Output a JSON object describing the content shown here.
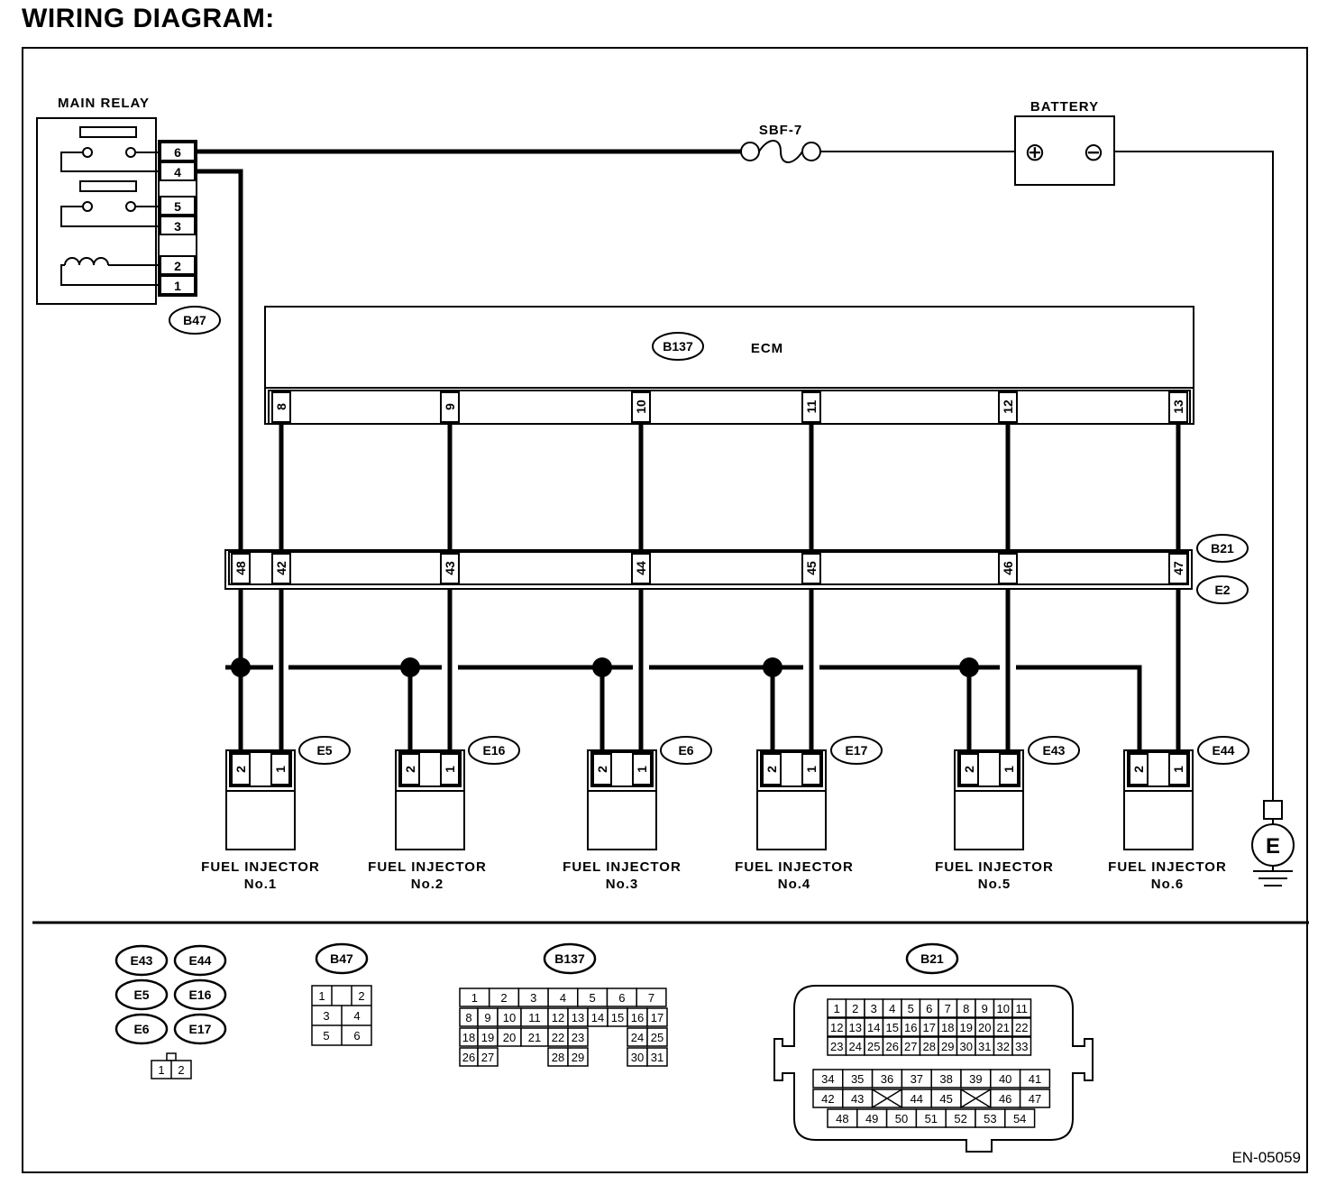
{
  "title": "WIRING DIAGRAM:",
  "doc_code": "EN-05059",
  "main_relay": {
    "label": "MAIN RELAY",
    "connector": "B47",
    "pins": [
      "6",
      "4",
      "5",
      "3",
      "2",
      "1"
    ]
  },
  "fuse": {
    "label": "SBF-7"
  },
  "battery": {
    "label": "BATTERY",
    "plus": "⊕",
    "minus": "⊖"
  },
  "ground": {
    "label": "E"
  },
  "ecm": {
    "label": "ECM",
    "connector": "B137",
    "pins": [
      "8",
      "9",
      "10",
      "11",
      "12",
      "13"
    ]
  },
  "joint": {
    "connector_top": "B21",
    "connector_bottom": "E2",
    "pins": [
      "48",
      "42",
      "43",
      "44",
      "45",
      "46",
      "47"
    ]
  },
  "injectors": [
    {
      "connector": "E5",
      "pin_a": "2",
      "pin_b": "1",
      "line1": "FUEL INJECTOR",
      "line2": "No.1"
    },
    {
      "connector": "E16",
      "pin_a": "2",
      "pin_b": "1",
      "line1": "FUEL INJECTOR",
      "line2": "No.2"
    },
    {
      "connector": "E6",
      "pin_a": "2",
      "pin_b": "1",
      "line1": "FUEL INJECTOR",
      "line2": "No.3"
    },
    {
      "connector": "E17",
      "pin_a": "2",
      "pin_b": "1",
      "line1": "FUEL INJECTOR",
      "line2": "No.4"
    },
    {
      "connector": "E43",
      "pin_a": "2",
      "pin_b": "1",
      "line1": "FUEL INJECTOR",
      "line2": "No.5"
    },
    {
      "connector": "E44",
      "pin_a": "2",
      "pin_b": "1",
      "line1": "FUEL INJECTOR",
      "line2": "No.6"
    }
  ],
  "legend": {
    "injector_connectors": [
      "E43",
      "E44",
      "E5",
      "E16",
      "E6",
      "E17"
    ],
    "injector_pins": [
      "1",
      "2"
    ],
    "b47": {
      "label": "B47",
      "pins": [
        "1",
        "2",
        "3",
        "4",
        "5",
        "6"
      ]
    },
    "b137": {
      "label": "B137",
      "pins": [
        "1",
        "2",
        "3",
        "4",
        "5",
        "6",
        "7",
        "8",
        "9",
        "10",
        "11",
        "12",
        "13",
        "14",
        "15",
        "16",
        "17",
        "18",
        "19",
        "20",
        "21",
        "22",
        "23",
        "24",
        "25",
        "26",
        "27",
        "28",
        "29",
        "30",
        "31"
      ]
    },
    "b21": {
      "label": "B21",
      "pins": [
        "1",
        "2",
        "3",
        "4",
        "5",
        "6",
        "7",
        "8",
        "9",
        "10",
        "11",
        "12",
        "13",
        "14",
        "15",
        "16",
        "17",
        "18",
        "19",
        "20",
        "21",
        "22",
        "23",
        "24",
        "25",
        "26",
        "27",
        "28",
        "29",
        "30",
        "31",
        "32",
        "33",
        "34",
        "35",
        "36",
        "37",
        "38",
        "39",
        "40",
        "41",
        "42",
        "43",
        "44",
        "45",
        "46",
        "47",
        "48",
        "49",
        "50",
        "51",
        "52",
        "53",
        "54"
      ]
    }
  }
}
